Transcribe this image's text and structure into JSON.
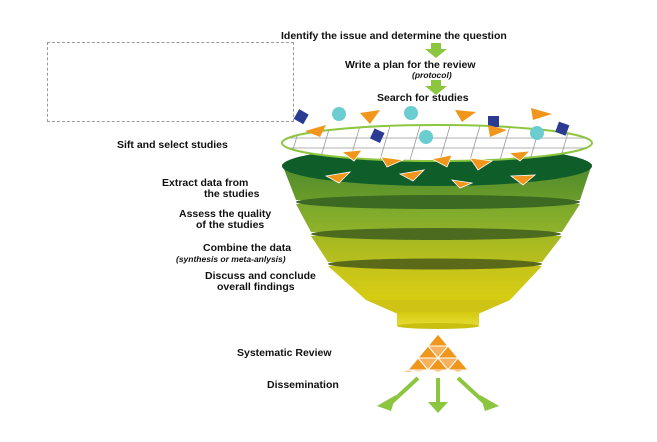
{
  "steps": {
    "identify": "Identify the issue and determine the question",
    "plan": "Write a plan for the review",
    "plan_note": "(protocol)",
    "search": "Search for studies",
    "sift": "Sift and select studies",
    "extract_1": "Extract data from",
    "extract_2": "the studies",
    "assess_1": "Assess the quality",
    "assess_2": "of the studies",
    "combine": "Combine the data",
    "combine_note": "(synthesis or meta-anlysis)",
    "discuss_1": "Discuss and conclude",
    "discuss_2": "overall findings",
    "review": "Systematic Review",
    "dissemination": "Dissemination"
  },
  "colors": {
    "green_arrow": "#8cc63f",
    "funnel_dark": "#0f5e2a",
    "funnel_mid": "#6f9a2a",
    "funnel_light": "#d4cf14",
    "orange": "#f0961c",
    "teal": "#6ccdd0",
    "navy": "#2b3a93"
  },
  "icons": [
    "down-arrow-icon",
    "triangle-icon",
    "circle-icon",
    "diamond-icon",
    "pyramid-icon"
  ]
}
